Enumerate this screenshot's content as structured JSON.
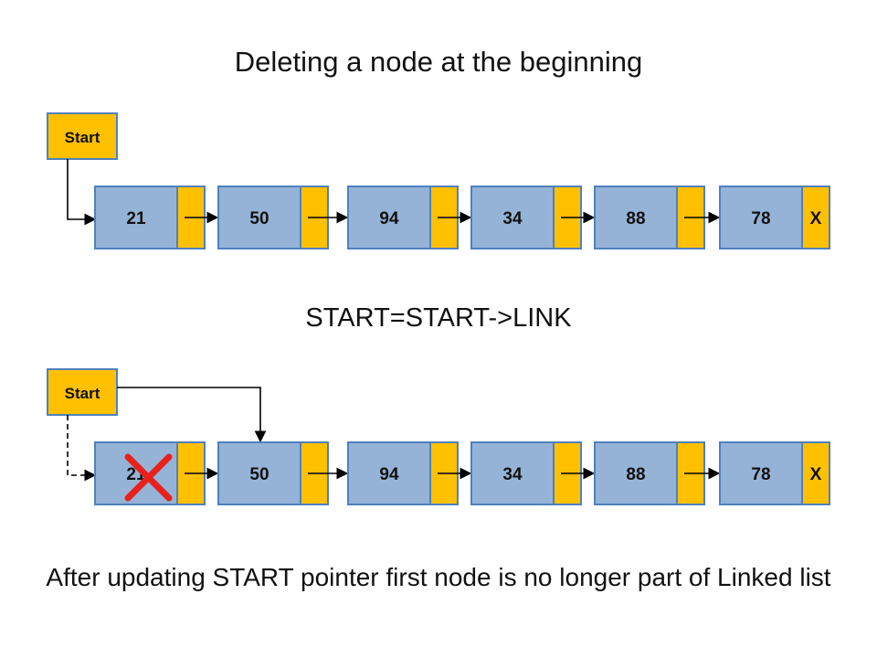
{
  "title": "Deleting a node at the beginning",
  "operation": "START=START->LINK",
  "caption": "After updating START pointer first node is no longer part of Linked list",
  "start_label": "Start",
  "null_marker": "X",
  "before": {
    "nodes": [
      "21",
      "50",
      "94",
      "34",
      "88",
      "78"
    ]
  },
  "after": {
    "nodes": [
      "21",
      "50",
      "94",
      "34",
      "88",
      "78"
    ],
    "deleted_index": 0
  },
  "colors": {
    "node_data": "#95b3d7",
    "node_border": "#4f81bd",
    "node_link": "#ffc000",
    "start_box": "#ffc000",
    "delete_mark": "#e8211d"
  }
}
